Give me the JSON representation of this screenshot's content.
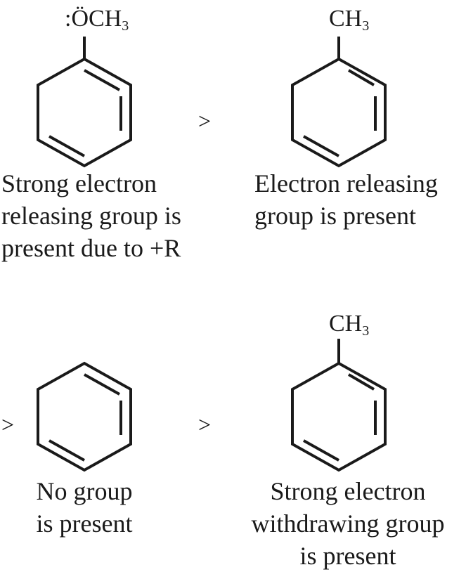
{
  "compounds": [
    {
      "substituent": "ÖCH",
      "substituent_sub": "3",
      "lone_pair_marker": ":",
      "caption_lines": [
        "Strong electron",
        "releasing group is",
        "present due to +R"
      ]
    },
    {
      "substituent": "CH",
      "substituent_sub": "3",
      "caption_lines": [
        "Electron releasing",
        "group is present"
      ]
    },
    {
      "substituent": "",
      "caption_lines": [
        "No group",
        "is present"
      ]
    },
    {
      "substituent": "CH",
      "substituent_sub": "3",
      "caption_lines": [
        "Strong electron",
        "withdrawing group",
        "is present"
      ]
    }
  ],
  "comparison_symbol": ">"
}
